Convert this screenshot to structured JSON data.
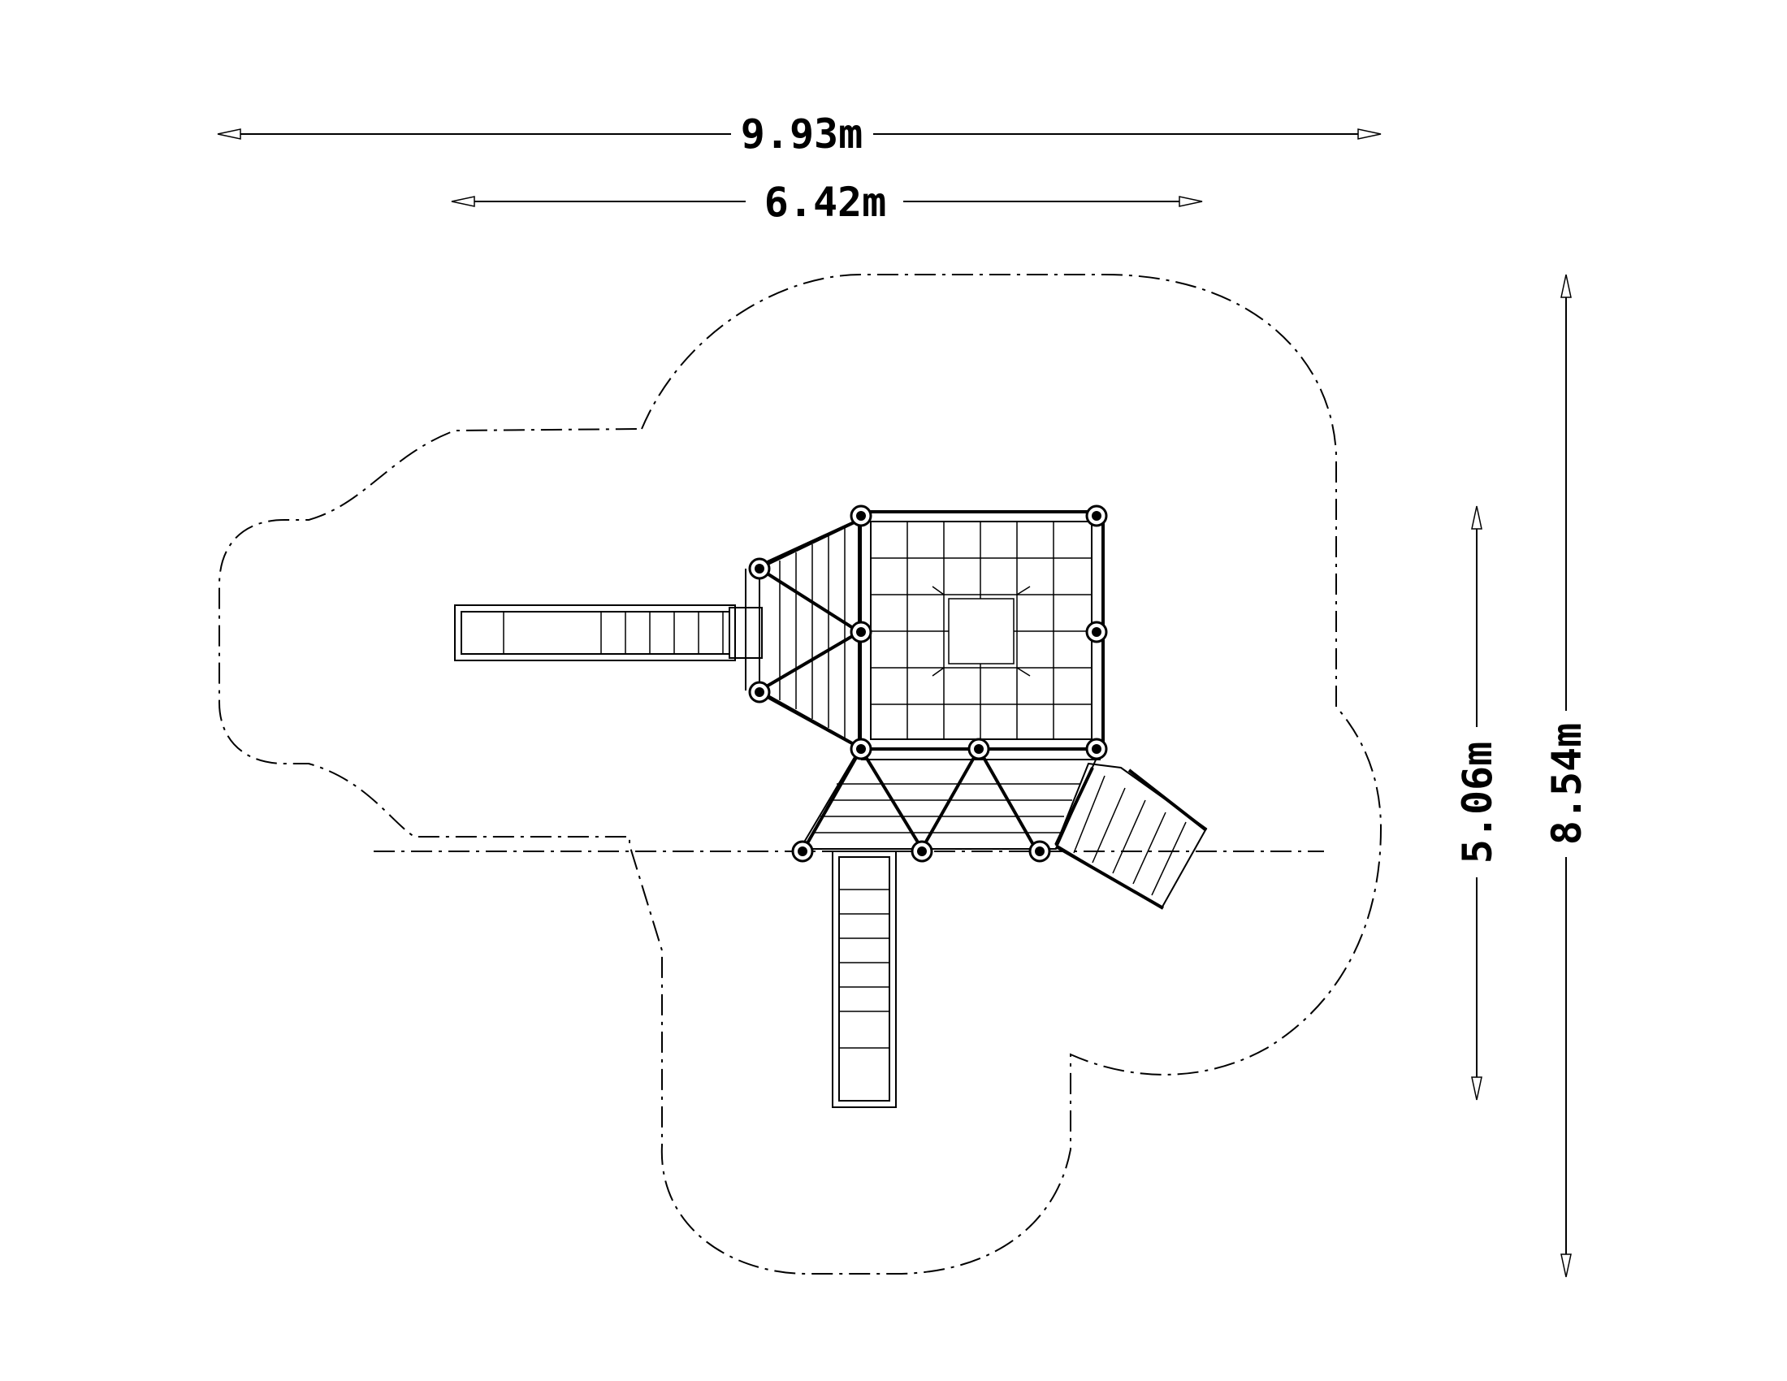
{
  "dimensions": {
    "overall_width": "9.93m",
    "structure_width": "6.42m",
    "structure_depth": "5.06m",
    "overall_depth": "8.54m"
  },
  "colors": {
    "line": "#000000",
    "background": "#ffffff"
  }
}
